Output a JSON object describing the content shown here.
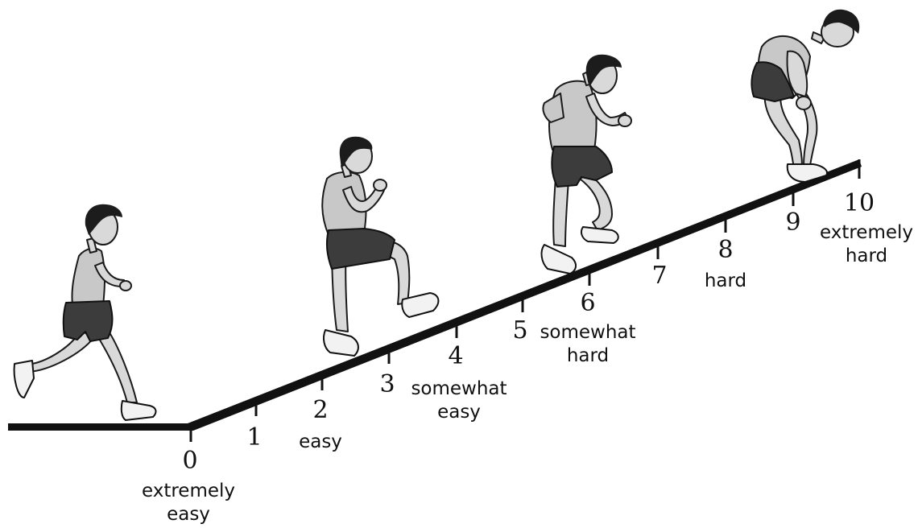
{
  "scale": {
    "points": [
      {
        "number": "0",
        "label": [
          "extremely",
          "easy"
        ]
      },
      {
        "number": "1",
        "label": []
      },
      {
        "number": "2",
        "label": [
          "easy"
        ]
      },
      {
        "number": "3",
        "label": []
      },
      {
        "number": "4",
        "label": [
          "somewhat",
          "easy"
        ]
      },
      {
        "number": "5",
        "label": []
      },
      {
        "number": "6",
        "label": [
          "somewhat",
          "hard"
        ]
      },
      {
        "number": "7",
        "label": []
      },
      {
        "number": "8",
        "label": [
          "hard"
        ]
      },
      {
        "number": "9",
        "label": []
      },
      {
        "number": "10",
        "label": [
          "extremely",
          "hard"
        ]
      }
    ]
  },
  "figures": [
    {
      "id": "runner-flat",
      "pose": "running"
    },
    {
      "id": "runner-stepping",
      "pose": "stepping-high"
    },
    {
      "id": "runner-climbing",
      "pose": "climbing"
    },
    {
      "id": "runner-exhausted",
      "pose": "bent-over"
    }
  ],
  "colors": {
    "ink": "#111111",
    "background": "#ffffff",
    "shorts": "#3c3c3c",
    "shirt": "#c8c8c8"
  }
}
